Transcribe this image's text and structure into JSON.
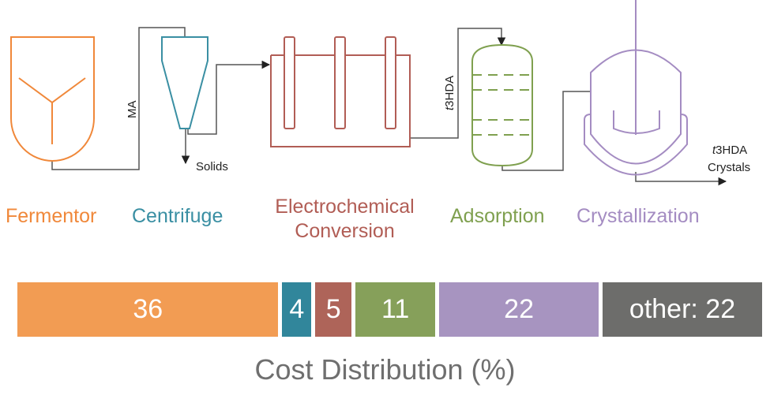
{
  "stream_labels": {
    "ma": "MA",
    "solids": "Solids",
    "t3hda_italic": "t",
    "t3hda_rest": "3HDA",
    "crystals_line1_italic": "t",
    "crystals_line1_rest": "3HDA",
    "crystals_line2": "Crystals"
  },
  "units": [
    {
      "name": "Fermentor",
      "color": "#F0883A"
    },
    {
      "name": "Centrifuge",
      "color": "#3A8FA3"
    },
    {
      "name_line1": "Electrochemical",
      "name_line2": "Conversion",
      "color": "#B15D55"
    },
    {
      "name": "Adsorption",
      "color": "#7FA04F"
    },
    {
      "name": "Crystallization",
      "color": "#A48CC2"
    }
  ],
  "cost_bar": {
    "segments": [
      {
        "label": "36",
        "value": 36,
        "color": "#F29C53"
      },
      {
        "label": "4",
        "value": 4,
        "color": "#31869B"
      },
      {
        "label": "5",
        "value": 5,
        "color": "#AE6459"
      },
      {
        "label": "11",
        "value": 11,
        "color": "#86A05A"
      },
      {
        "label": "22",
        "value": 22,
        "color": "#A794C0"
      },
      {
        "label": "other: 22",
        "value": 22,
        "color": "#6D6D6B"
      }
    ],
    "title": "Cost Distribution (%)"
  }
}
